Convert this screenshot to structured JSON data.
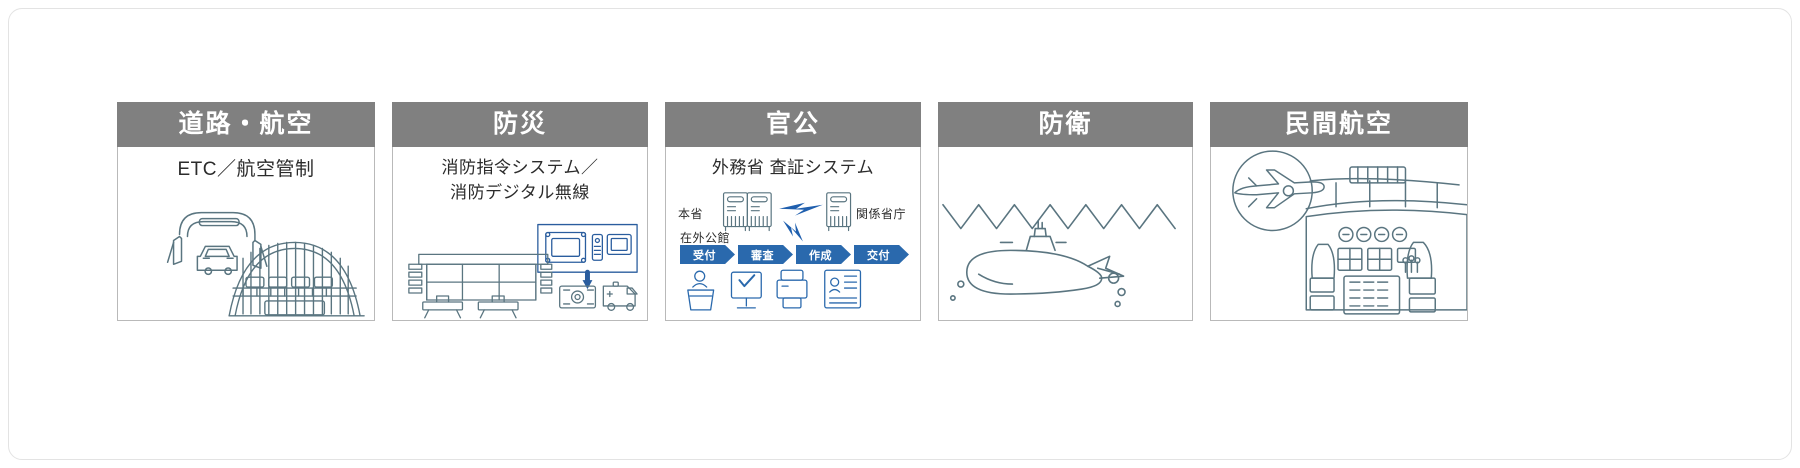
{
  "colors": {
    "header_bg": "#808080",
    "header_text": "#ffffff",
    "panel_border": "#b9b9b9",
    "line_art": "#5a7580",
    "accent_blue": "#2a69ad",
    "page_bg": "#ffffff",
    "frame_border": "#e3e3e3",
    "caption_text": "#2b2b2b"
  },
  "panels": [
    {
      "id": "road-aviation",
      "title": "道路・航空",
      "caption": "ETC／航空管制",
      "illustration": "toll-gate-and-bridge-illustration"
    },
    {
      "id": "disaster-prevention",
      "title": "防災",
      "caption": "消防指令システム／\n消防デジタル無線",
      "illustration": "fire-command-center-and-ambulance-illustration"
    },
    {
      "id": "government",
      "title": "官公",
      "caption": "外務省 査証システム",
      "illustration": "visa-system-workflow-illustration",
      "labels": {
        "head_office": "本省",
        "related_ministries": "関係省庁",
        "overseas_mission": "在外公館"
      },
      "steps": [
        "受付",
        "審査",
        "作成",
        "交付"
      ],
      "step_icons": [
        "reception-desk-icon",
        "review-monitor-icon",
        "printer-icon",
        "passport-card-icon"
      ]
    },
    {
      "id": "defense",
      "title": "防衛",
      "caption": "",
      "illustration": "submarine-underwater-illustration"
    },
    {
      "id": "civil-aviation",
      "title": "民間航空",
      "caption": "",
      "illustration": "airplane-and-cockpit-illustration"
    }
  ]
}
